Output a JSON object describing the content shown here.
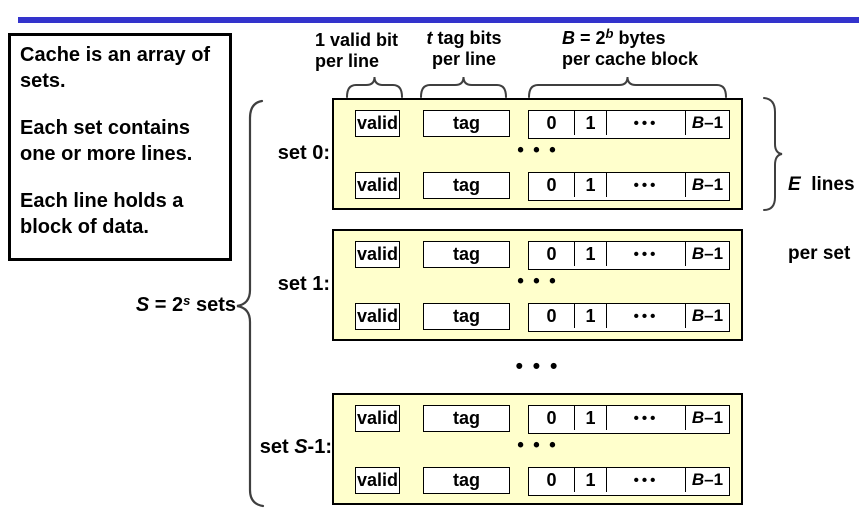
{
  "colors": {
    "accent_bar": "#3333CC",
    "set_fill": "#FFFFCC",
    "line_color": "#000000"
  },
  "note": {
    "paragraphs": [
      "Cache is an array of sets.",
      "Each set contains one or more lines.",
      "Each line holds a block of data."
    ]
  },
  "labels": {
    "valid": {
      "line1": "1 valid bit",
      "line2": "per line"
    },
    "tag": {
      "var": "t",
      "rest": " tag bits",
      "line2": "per line"
    },
    "block": {
      "var": "B",
      "eq": " = 2",
      "sup": "b",
      "rest": " bytes",
      "line2": "per cache block"
    },
    "sets": {
      "var": "S",
      "eq": " = 2",
      "sup": "s",
      "rest": " sets"
    },
    "lines": {
      "var": "E",
      "rest": "  lines",
      "line2": "per set"
    }
  },
  "sets": [
    {
      "pre": "set ",
      "var": "",
      "num": "0:"
    },
    {
      "pre": "set ",
      "var": "",
      "num": "1:"
    },
    {
      "pre": "set ",
      "var": "S",
      "num": "-1:"
    }
  ],
  "row": {
    "valid": "valid",
    "tag": "tag",
    "cell0": "0",
    "cell1": "1",
    "dots": "•••",
    "cellB": {
      "var": "B",
      "rest": "–1"
    }
  },
  "ellipsis": {
    "in_set": "• • •",
    "between_sets": "• • •"
  }
}
